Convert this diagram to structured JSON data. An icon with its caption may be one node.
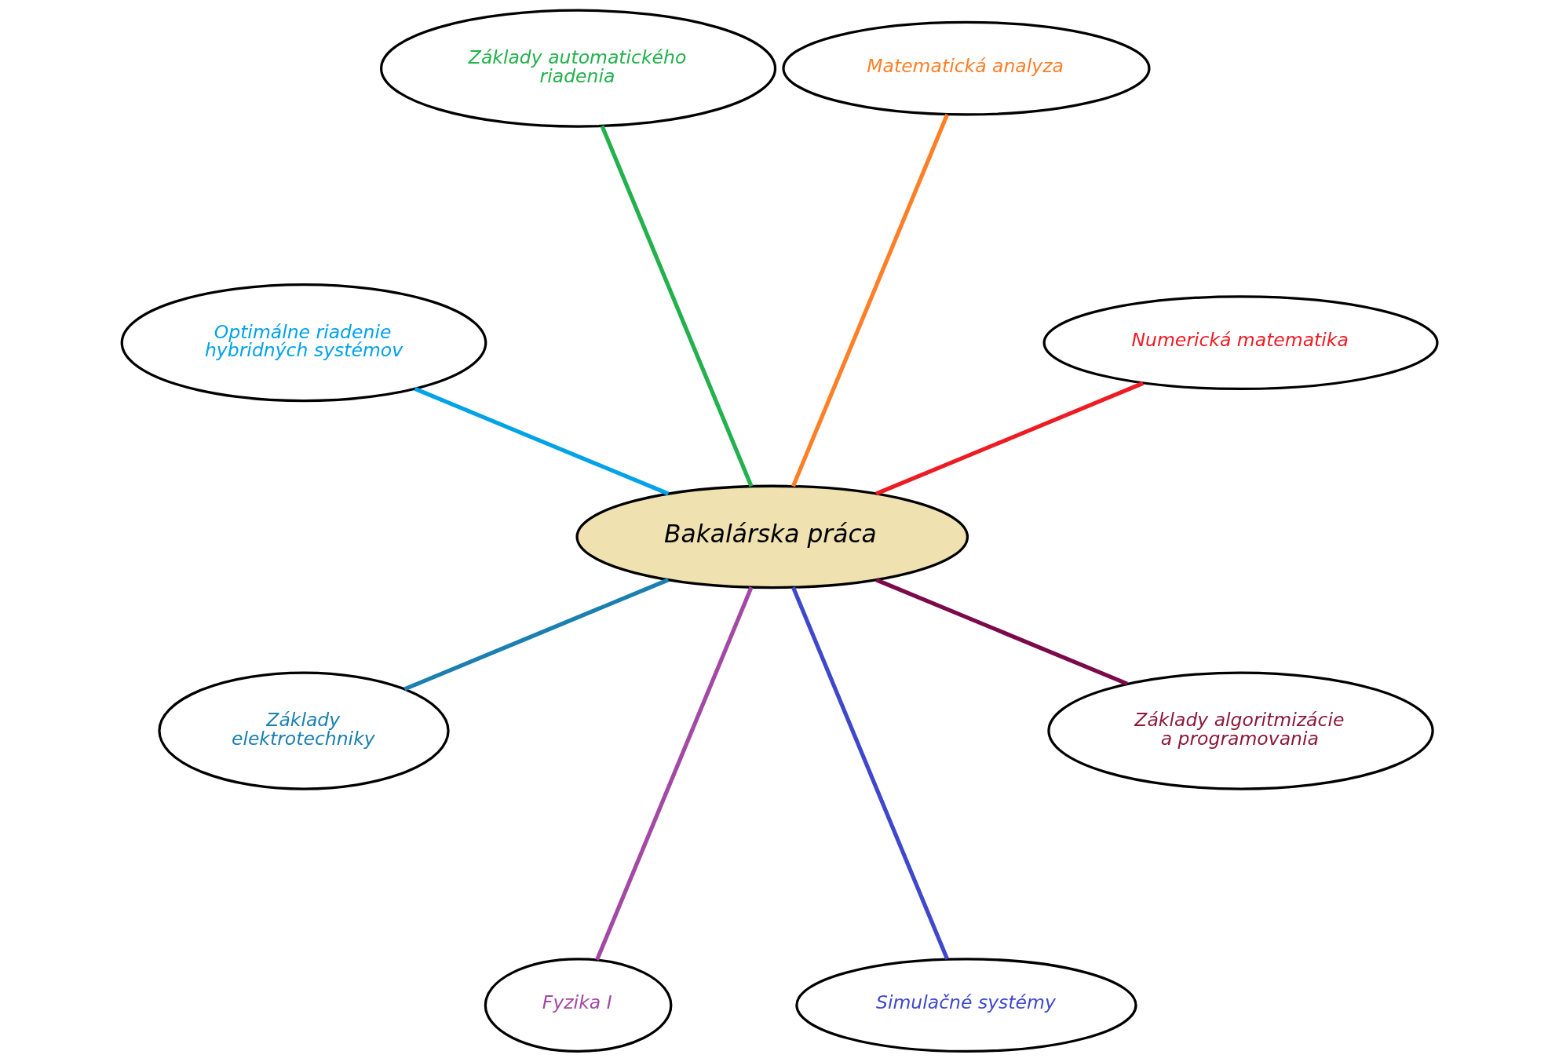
{
  "diagram": {
    "nodes": [
      {
        "text": [
          "Bakalárska práca"
        ]
      },
      {
        "text": [
          "Numerická matematika"
        ]
      },
      {
        "text": [
          "Matematická analyza"
        ]
      },
      {
        "text": [
          "Základy automatického riadenia"
        ]
      },
      {
        "text": [
          "Optimálne riadenie hybridných systémov"
        ]
      },
      {
        "text": [
          "Základy elektrotechniky"
        ]
      },
      {
        "text": [
          "Fyzika I"
        ]
      },
      {
        "text": [
          "Simulačné systémy"
        ]
      },
      {
        "text": [
          "Základy algoritmizácie a programovania"
        ]
      }
    ],
    "edges": [
      {
        "from": 0,
        "to": 1,
        "arrow": "none",
        "color": "#ed1c24"
      },
      {
        "from": 0,
        "to": 2,
        "arrow": "none",
        "color": "#ff7f27"
      },
      {
        "from": 0,
        "to": 3,
        "arrow": "none",
        "color": "#22b14c"
      },
      {
        "from": 0,
        "to": 4,
        "arrow": "none",
        "color": "#00a2e8"
      },
      {
        "from": 0,
        "to": 5,
        "arrow": "none",
        "color": "#1b7fb0"
      },
      {
        "from": 0,
        "to": 6,
        "arrow": "none",
        "color": "#a349a4"
      },
      {
        "from": 0,
        "to": 7,
        "arrow": "none",
        "color": "#3f48cc"
      },
      {
        "from": 0,
        "to": 8,
        "arrow": "none",
        "color": "#7b0a4a"
      }
    ]
  }
}
